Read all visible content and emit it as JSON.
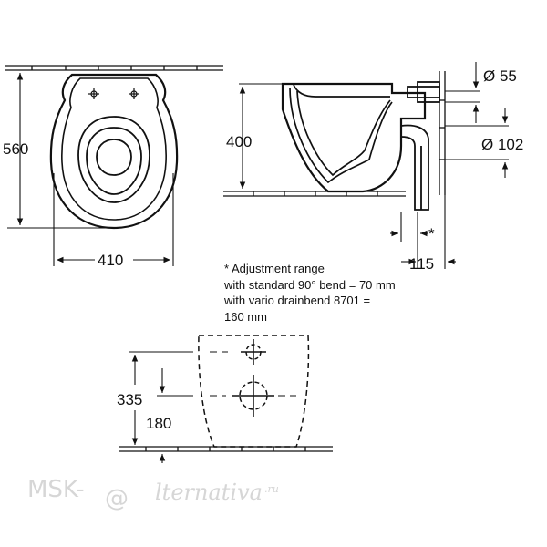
{
  "dimensions": {
    "top_view_height": "560",
    "top_view_width": "410",
    "side_view_height": "400",
    "outlet_diameter": "Ø 102",
    "inlet_diameter": "Ø 55",
    "outlet_offset": "115",
    "adjustment_mark": "*",
    "rear_hole_upper": "335",
    "rear_hole_lower": "180"
  },
  "note": {
    "line1": "* Adjustment range",
    "line2": "with standard 90° bend = 70 mm",
    "line3": "with vario drainbend 8701 =",
    "line4": "160 mm"
  },
  "watermark": {
    "prefix": "MSK-",
    "at_symbol": "@",
    "suffix": "lternativa",
    "domain": ".ru"
  }
}
